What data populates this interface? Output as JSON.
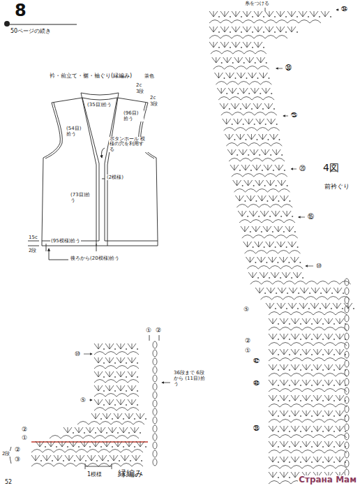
{
  "diagram": {
    "labels": [
      "8",
      "50ページの続き",
      "衿・前立て・裾・袖ぐり(縁編み)",
      "茶色",
      "(35目)拾う",
      "2c",
      "3段",
      "2c",
      "3段",
      "(96目)拾う",
      "(54目)拾う",
      "ボタンホール 模様の穴を利用する",
      "(2模様)",
      "(73目)拾う",
      "15c",
      "2段",
      "(95模様)拾う",
      "後ろから(20模様)拾う",
      "糸をつける",
      "㉞",
      "㉚",
      "㉕",
      "⑳",
      "⑮",
      "⑩",
      "4図",
      "前衿ぐり",
      "⑤",
      "②",
      "①",
      "㊷",
      "㊵",
      "㉟",
      "⑩",
      "⑤",
      "②",
      "①",
      "2段",
      "②",
      "③",
      "①",
      "②",
      "36段まで 6段から (11目)拾う",
      "1模様",
      "縁編み",
      "52",
      "Страна Мам"
    ]
  }
}
